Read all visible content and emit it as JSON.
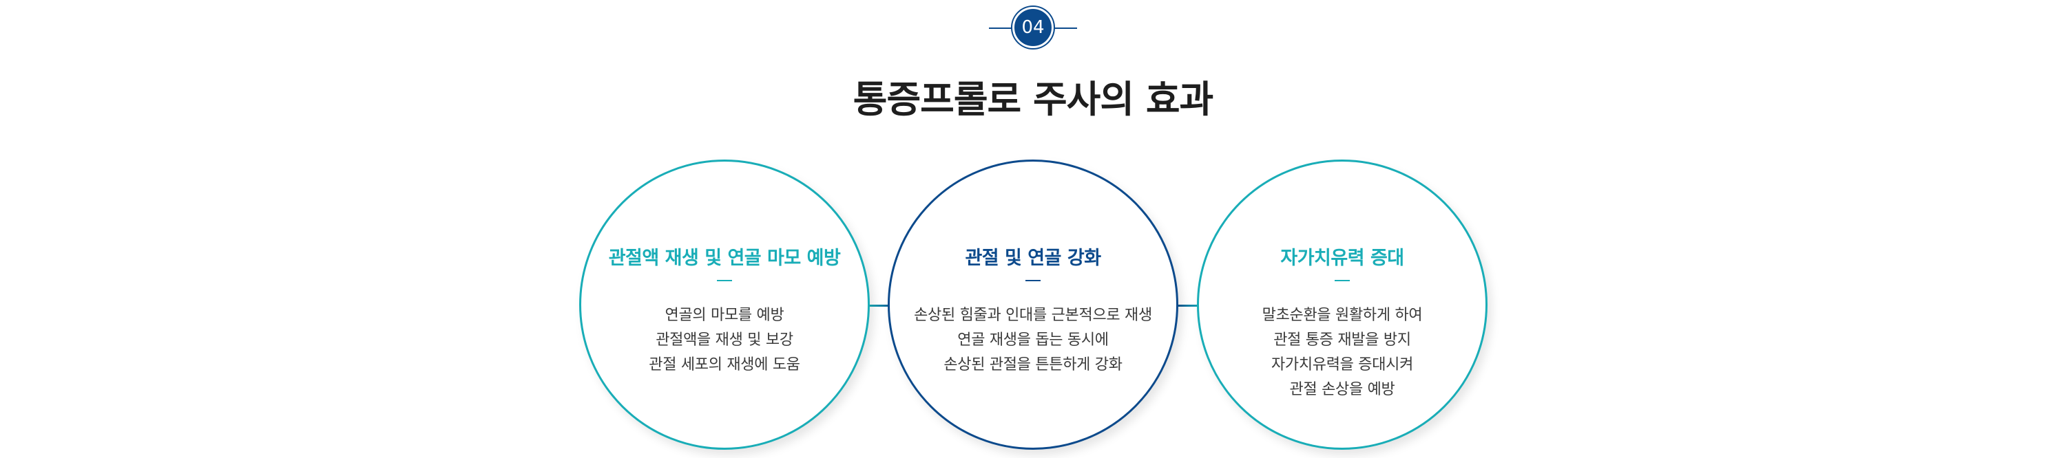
{
  "step": {
    "number": "04"
  },
  "header": {
    "title": "통증프롤로 주사의 효과"
  },
  "colors": {
    "teal": "#19adb7",
    "navy": "#0c4a8c",
    "text": "#3a3a3a",
    "title": "#1e1e1e"
  },
  "effects": [
    {
      "title": "관절액 재생 및 연골 마모 예방",
      "accent": "teal",
      "lines": [
        "연골의 마모를 예방",
        "관절액을 재생 및 보강",
        "관절 세포의 재생에 도움"
      ]
    },
    {
      "title": "관절 및 연골 강화",
      "accent": "navy",
      "lines": [
        "손상된 힘줄과 인대를 근본적으로 재생",
        "연골 재생을 돕는 동시에",
        "손상된 관절을 튼튼하게 강화"
      ]
    },
    {
      "title": "자가치유력 증대",
      "accent": "teal",
      "lines": [
        "말초순환을 원활하게 하여",
        "관절 통증 재발을 방지",
        "자가치유력을 증대시켜",
        "관절 손상을 예방"
      ]
    }
  ]
}
